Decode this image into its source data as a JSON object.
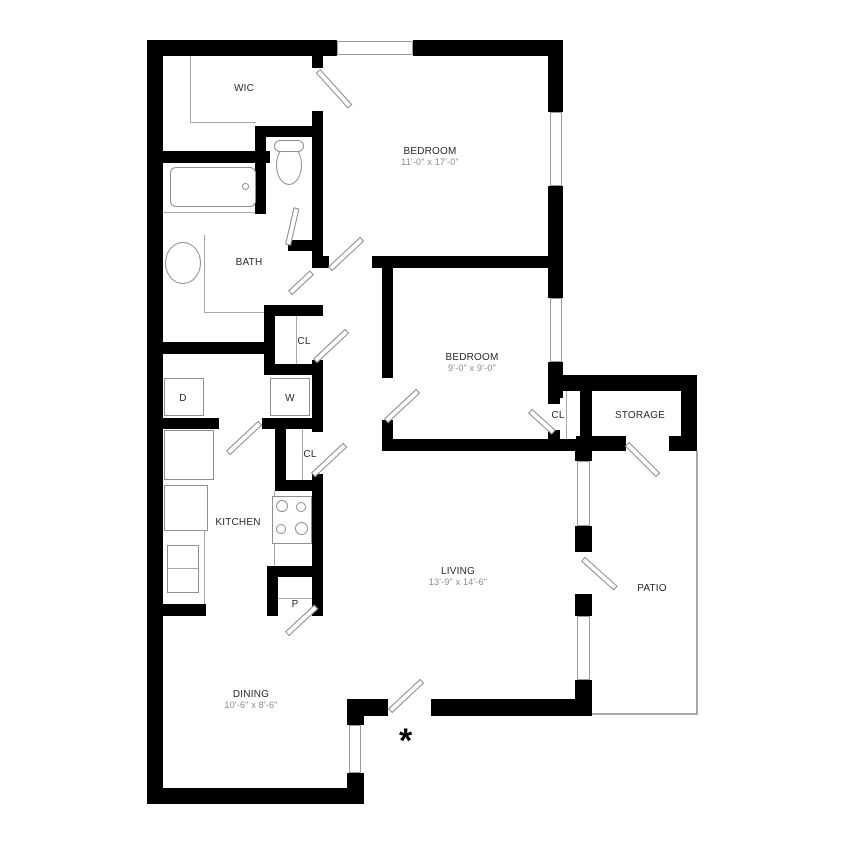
{
  "floor_plan": {
    "rooms": [
      {
        "id": "wic",
        "name": "WIC",
        "dimensions": ""
      },
      {
        "id": "bedroom1",
        "name": "BEDROOM",
        "dimensions": "11'-0\" x 17'-0\""
      },
      {
        "id": "bath",
        "name": "BATH",
        "dimensions": ""
      },
      {
        "id": "cl1",
        "name": "CL",
        "dimensions": ""
      },
      {
        "id": "bedroom2",
        "name": "BEDROOM",
        "dimensions": "9'-0\" x 9'-0\""
      },
      {
        "id": "cl2",
        "name": "CL",
        "dimensions": ""
      },
      {
        "id": "storage",
        "name": "STORAGE",
        "dimensions": ""
      },
      {
        "id": "dryer",
        "name": "D",
        "dimensions": ""
      },
      {
        "id": "washer",
        "name": "W",
        "dimensions": ""
      },
      {
        "id": "cl3",
        "name": "CL",
        "dimensions": ""
      },
      {
        "id": "kitchen",
        "name": "KITCHEN",
        "dimensions": ""
      },
      {
        "id": "pantry",
        "name": "P",
        "dimensions": ""
      },
      {
        "id": "living",
        "name": "LIVING",
        "dimensions": "13'-9\" x 14'-6\""
      },
      {
        "id": "patio",
        "name": "PATIO",
        "dimensions": ""
      },
      {
        "id": "dining",
        "name": "DINING",
        "dimensions": "10'-6\" x 8'-6\""
      }
    ],
    "entry_marker": "*",
    "colors": {
      "wall": "#000000",
      "fixture_line": "#8f8f8f",
      "label": "#2a2a2a",
      "dimension": "#8a8a8a"
    }
  }
}
